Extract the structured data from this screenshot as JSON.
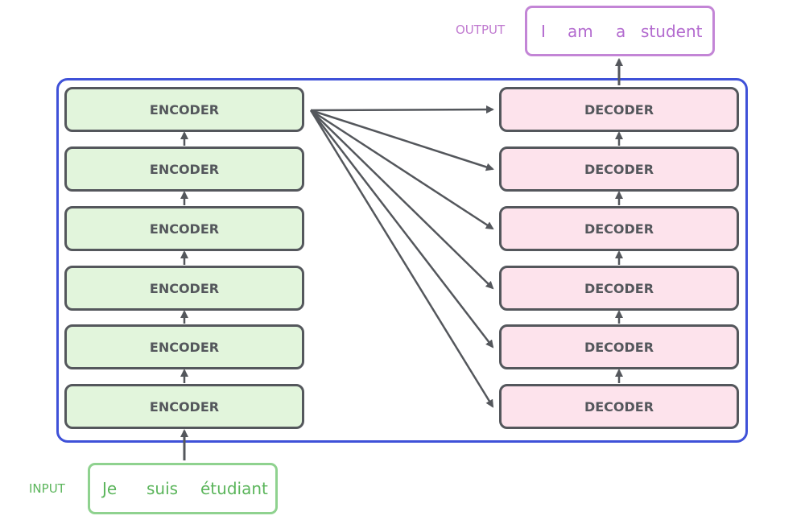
{
  "diagram": {
    "output_label": "OUTPUT",
    "input_label": "INPUT",
    "output_tokens": [
      "I",
      "am",
      "a",
      "student"
    ],
    "input_tokens": [
      "Je",
      "suis",
      "étudiant"
    ],
    "encoders": [
      {
        "label": "ENCODER"
      },
      {
        "label": "ENCODER"
      },
      {
        "label": "ENCODER"
      },
      {
        "label": "ENCODER"
      },
      {
        "label": "ENCODER"
      },
      {
        "label": "ENCODER"
      }
    ],
    "decoders": [
      {
        "label": "DECODER"
      },
      {
        "label": "DECODER"
      },
      {
        "label": "DECODER"
      },
      {
        "label": "DECODER"
      },
      {
        "label": "DECODER"
      },
      {
        "label": "DECODER"
      }
    ],
    "colors": {
      "encoder_fill": "#e2f5dc",
      "decoder_fill": "#fde3ec",
      "block_border": "#54575c",
      "container_border": "#3f51d8",
      "output_color": "#b36bcf",
      "input_color": "#5bb55b",
      "arrow_color": "#54575c"
    }
  }
}
